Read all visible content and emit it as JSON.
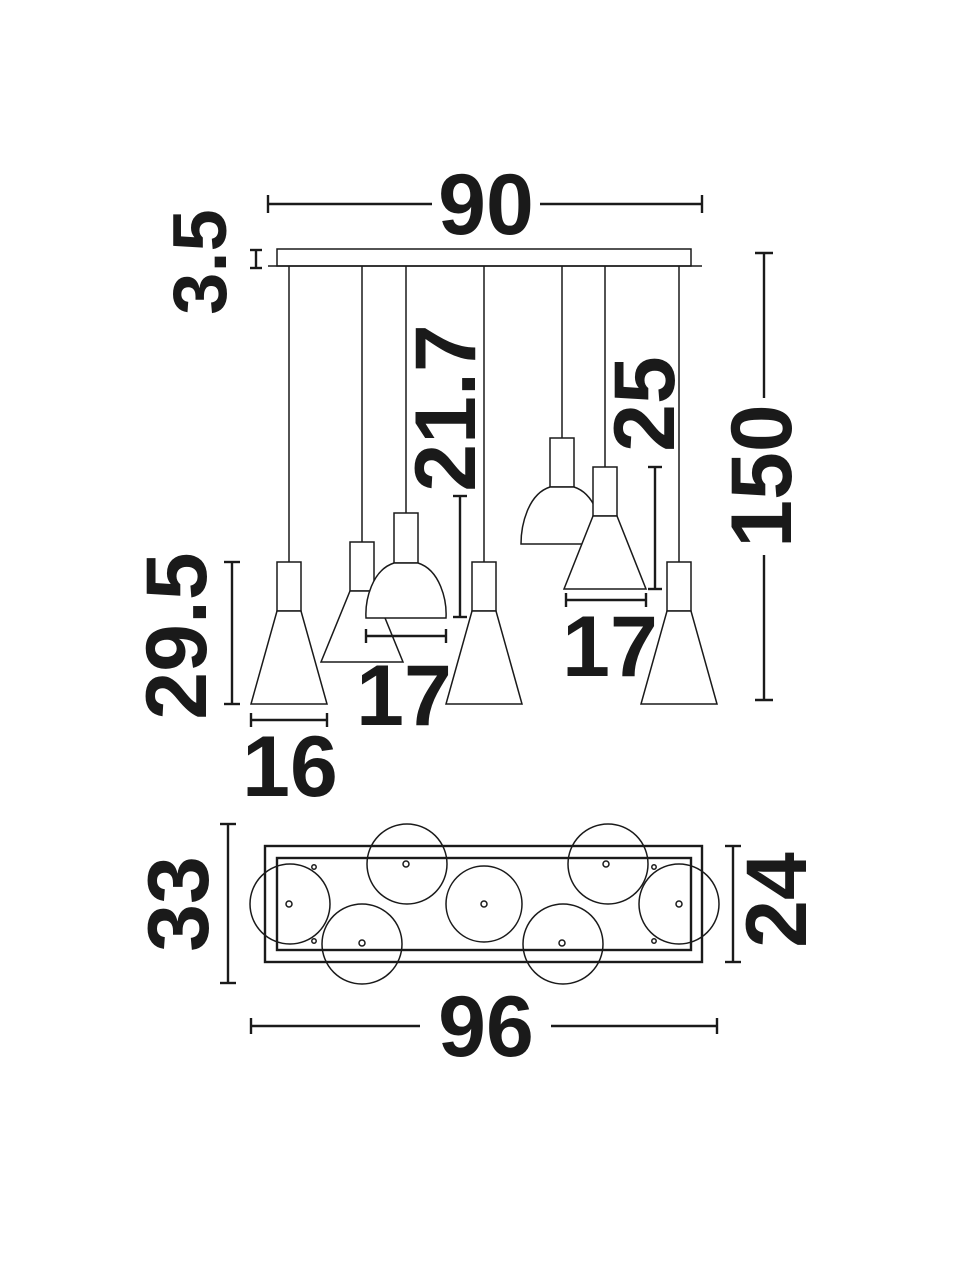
{
  "drawing": {
    "dimensions": {
      "canopy_width": "90",
      "canopy_height": "3.5",
      "overall_height": "150",
      "cone_shade_height": "29.5",
      "cone_shade_width": "16",
      "bell_shade_height": "21.7",
      "bell_shade_width": "17",
      "mid_shade_height": "25",
      "mid_shade_width": "17",
      "base_depth": "33",
      "plate_depth": "24",
      "base_length": "96"
    }
  }
}
